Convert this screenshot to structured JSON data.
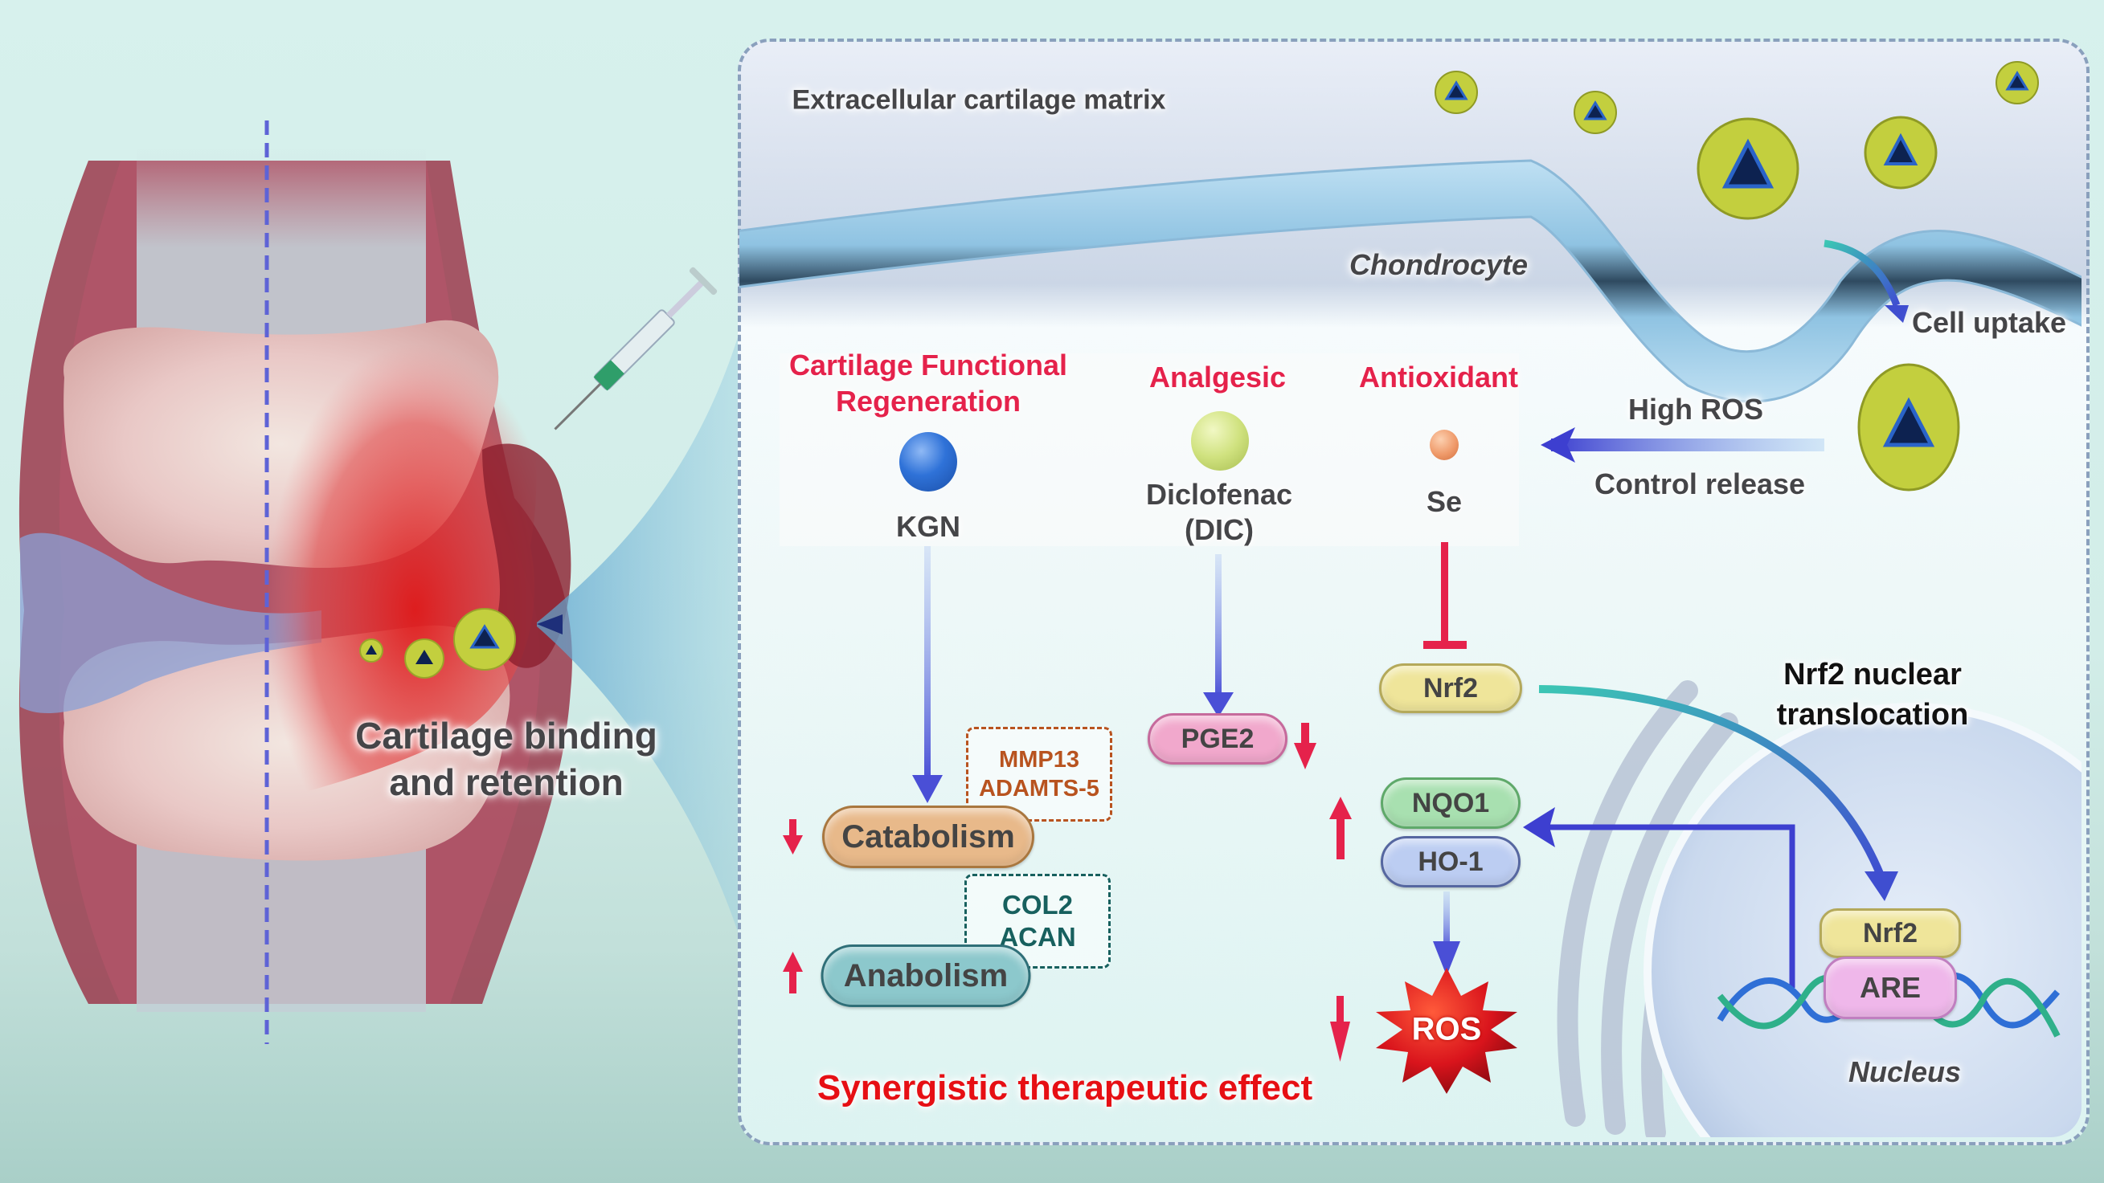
{
  "knee": {
    "caption_line1": "Cartilage binding",
    "caption_line2": "and retention"
  },
  "panel": {
    "ecm_label": "Extracellular cartilage matrix",
    "cell_label": "Chondrocyte",
    "cell_uptake": "Cell uptake",
    "release": {
      "top": "High ROS",
      "bottom": "Control release"
    }
  },
  "agents": [
    {
      "heading": "Cartilage Functional",
      "heading2": "Regeneration",
      "drug": "KGN",
      "drug2": "",
      "color": "#2f72d8"
    },
    {
      "heading": "Analgesic",
      "heading2": "",
      "drug": "Diclofenac",
      "drug2": "(DIC)",
      "color": "#c8e07a"
    },
    {
      "heading": "Antioxidant",
      "heading2": "",
      "drug": "Se",
      "drug2": "",
      "color": "#ef9a6a"
    }
  ],
  "pathway": {
    "catabolism": "Catabolism",
    "catabolism_markers": [
      "MMP13",
      "ADAMTS-5"
    ],
    "anabolism": "Anabolism",
    "anabolism_markers": [
      "COL2",
      "ACAN"
    ],
    "pge2": "PGE2",
    "nrf2": "Nrf2",
    "nqo1": "NQO1",
    "ho1": "HO-1",
    "ros": "ROS",
    "nuclear_translocation_1": "Nrf2 nuclear",
    "nuclear_translocation_2": "translocation",
    "nucleus_nrf2": "Nrf2",
    "are": "ARE",
    "nucleus": "Nucleus",
    "effect": "Synergistic therapeutic effect"
  },
  "colors": {
    "accent_red": "#e5224b",
    "arrow_blue": "#4a4fd6",
    "panel_border": "#8aa0bd",
    "catabolism_marker": "#b8531f",
    "anabolism_marker": "#17605e"
  }
}
